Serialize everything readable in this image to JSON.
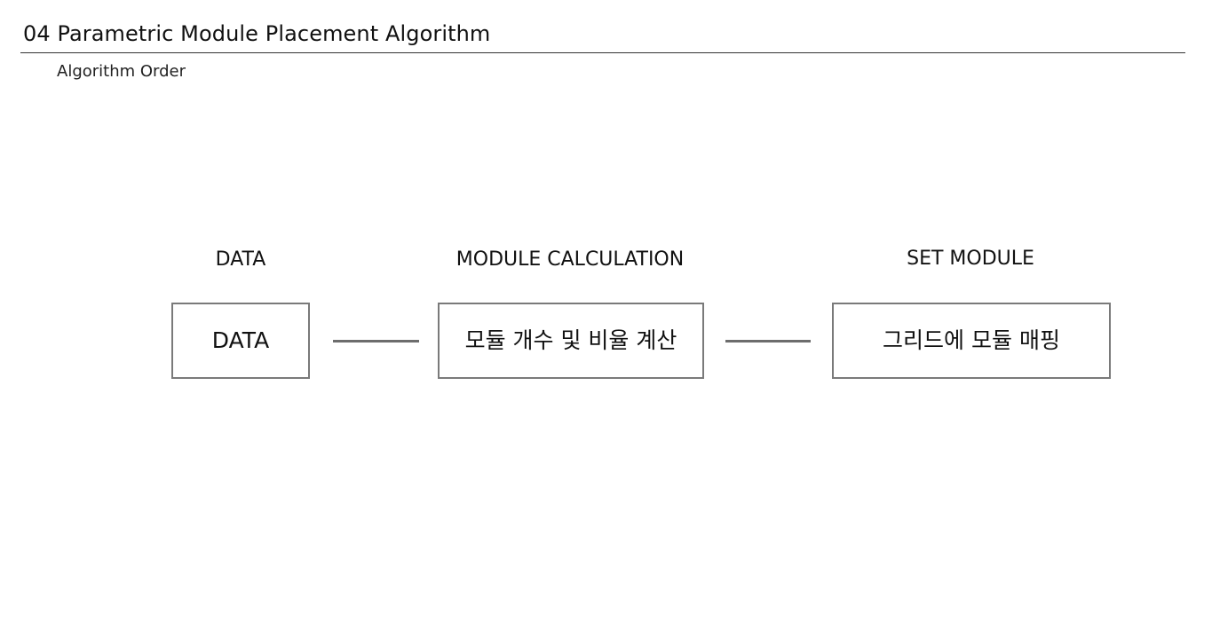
{
  "header": {
    "title": "04 Parametric Module Placement Algorithm",
    "subtitle": "Algorithm Order"
  },
  "diagram": {
    "steps": [
      {
        "heading": "DATA",
        "box_label": "DATA"
      },
      {
        "heading": "MODULE CALCULATION",
        "box_label": "모듈 개수 및 비율 계산"
      },
      {
        "heading": "SET MODULE",
        "box_label": "그리드에 모듈 매핑"
      }
    ],
    "colors": {
      "box_border": "#7a7a7a",
      "connector": "#6d6d6d",
      "rule": "#333333",
      "text": "#111111"
    }
  }
}
